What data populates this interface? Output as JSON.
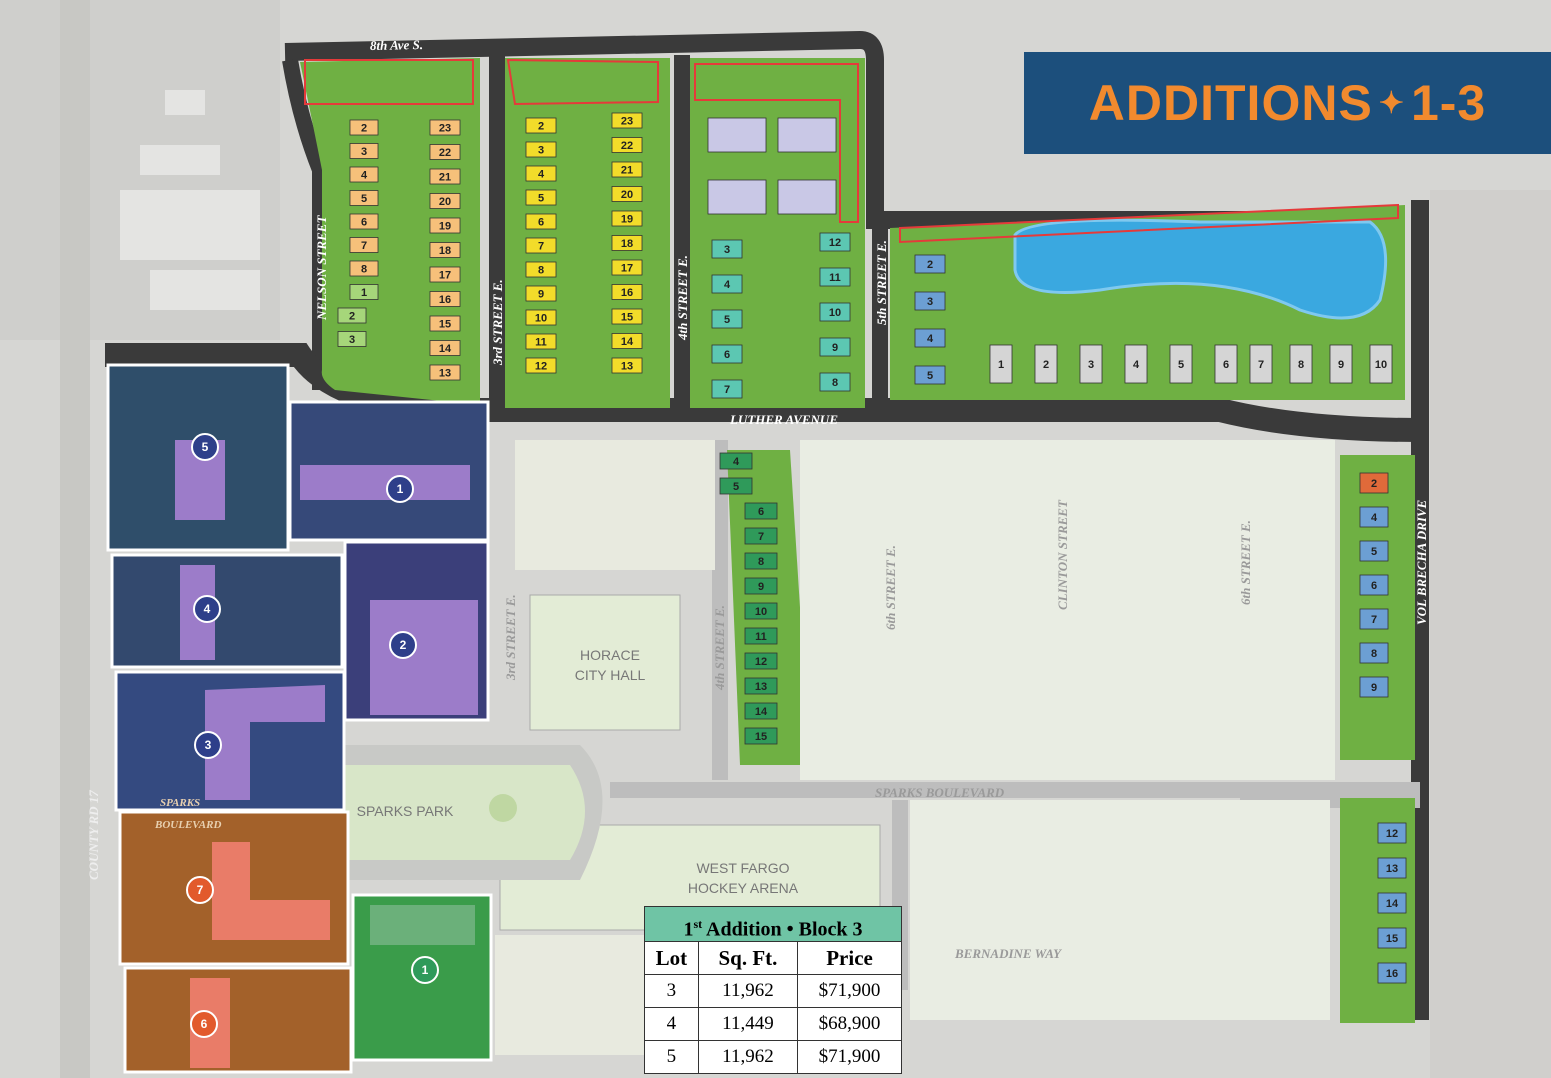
{
  "title": {
    "main": "ADDITIONS",
    "separator": "✦",
    "range": "1-3"
  },
  "streets": {
    "eighth_ave": "8th Ave S.",
    "nelson": "NELSON STREET",
    "third_top": "3rd STREET E.",
    "fourth_top": "4th STREET E.",
    "fifth": "5th STREET E.",
    "luther": "LUTHER AVENUE",
    "third_bottom": "3rd STREET E.",
    "fourth_bottom": "4th STREET E.",
    "sixth": "6th STREET E.",
    "clinton": "CLINTON STREET",
    "sixth_b": "6th STREET E.",
    "volbrecha": "VOL BRECHA DRIVE",
    "sparks": "SPARKS BOULEVARD",
    "sparks_small": "SPARKS",
    "boulevard_small": "BOULEVARD",
    "bernadine": "BERNADINE WAY",
    "county": "COUNTY RD 17"
  },
  "places": {
    "city_hall_1": "HORACE",
    "city_hall_2": "CITY HALL",
    "park": "SPARKS PARK",
    "arena_1": "WEST FARGO",
    "arena_2": "HOCKEY ARENA"
  },
  "colors": {
    "grass": "#6fb043",
    "road": "#3a3a3a",
    "orange_lot": "#f6c07a",
    "yellow_lot": "#f2dc2a",
    "lavender_lot": "#c9c8e6",
    "teal_lot": "#5cc7b2",
    "blue_lot": "#6c9fd3",
    "grey_lot": "#d5d5d5",
    "green_lot": "#2f9a5a",
    "commercial_navy": "#2e3f7a",
    "commercial_purple": "#9c7cc9",
    "commercial_orange": "#c46a2c",
    "banner": "#1c4f7c",
    "banner_text": "#f28a2e",
    "table_header": "#6fc4a5"
  },
  "lots": {
    "nelson_left": [
      "2",
      "3",
      "4",
      "5",
      "6",
      "7",
      "8",
      "1",
      "2",
      "3"
    ],
    "nelson_right": [
      "23",
      "22",
      "21",
      "20",
      "19",
      "18",
      "17",
      "16",
      "15",
      "14",
      "13"
    ],
    "third_left": [
      "2",
      "3",
      "4",
      "5",
      "6",
      "7",
      "8",
      "9",
      "10",
      "11",
      "12"
    ],
    "third_right": [
      "23",
      "22",
      "21",
      "20",
      "19",
      "18",
      "17",
      "16",
      "15",
      "14",
      "13"
    ],
    "fourth_left": [
      "3",
      "4",
      "5",
      "6",
      "7"
    ],
    "fourth_right": [
      "12",
      "11",
      "10",
      "9",
      "8"
    ],
    "fifth_left": [
      "2",
      "3",
      "4",
      "5"
    ],
    "pond_row": [
      "1",
      "2",
      "3",
      "4",
      "5",
      "6",
      "7",
      "8",
      "9",
      "10"
    ],
    "block3": [
      "4",
      "5",
      "6",
      "7",
      "8",
      "9",
      "10",
      "11",
      "12",
      "13",
      "14",
      "15"
    ],
    "east_upper": [
      "2",
      "4",
      "5",
      "6",
      "7",
      "8",
      "9"
    ],
    "east_lower": [
      "12",
      "13",
      "14",
      "15",
      "16"
    ]
  },
  "commercial": [
    "5",
    "1",
    "4",
    "2",
    "3",
    "7",
    "6",
    "1"
  ],
  "table": {
    "caption_lead": "1",
    "caption_sup": "st",
    "caption_rest": " Addition • Block 3",
    "headers": [
      "Lot",
      "Sq. Ft.",
      "Price"
    ],
    "rows": [
      [
        "3",
        "11,962",
        "$71,900"
      ],
      [
        "4",
        "11,449",
        "$68,900"
      ],
      [
        "5",
        "11,962",
        "$71,900"
      ]
    ]
  }
}
